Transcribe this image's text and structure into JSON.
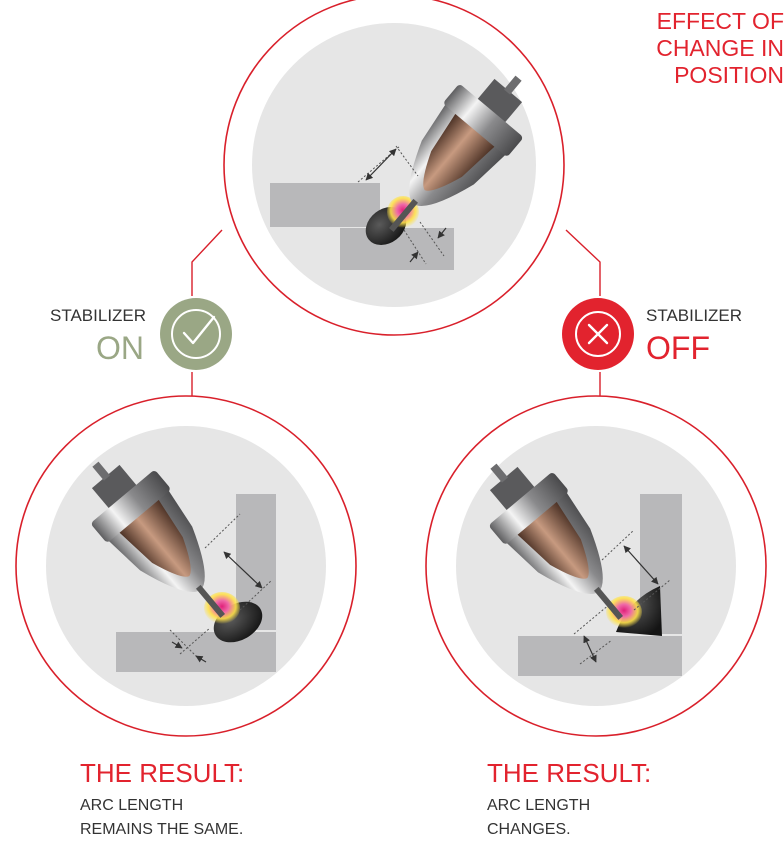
{
  "title_lines": [
    "EFFECT OF",
    "CHANGE IN",
    "POSITION"
  ],
  "left": {
    "label": "STABILIZER",
    "state": "ON",
    "state_color": "#9aa785",
    "icon": "check-icon",
    "result_heading": "THE RESULT:",
    "result_lines": [
      "ARC LENGTH",
      "REMAINS THE SAME."
    ]
  },
  "right": {
    "label": "STABILIZER",
    "state": "OFF",
    "state_color": "#e2232e",
    "icon": "x-icon",
    "result_heading": "THE RESULT:",
    "result_lines": [
      "ARC LENGTH",
      "CHANGES."
    ]
  },
  "colors": {
    "accent": "#e2232e",
    "ring": "#d9202b",
    "disc": "#e6e6e6",
    "plate": "#b8b8ba"
  }
}
